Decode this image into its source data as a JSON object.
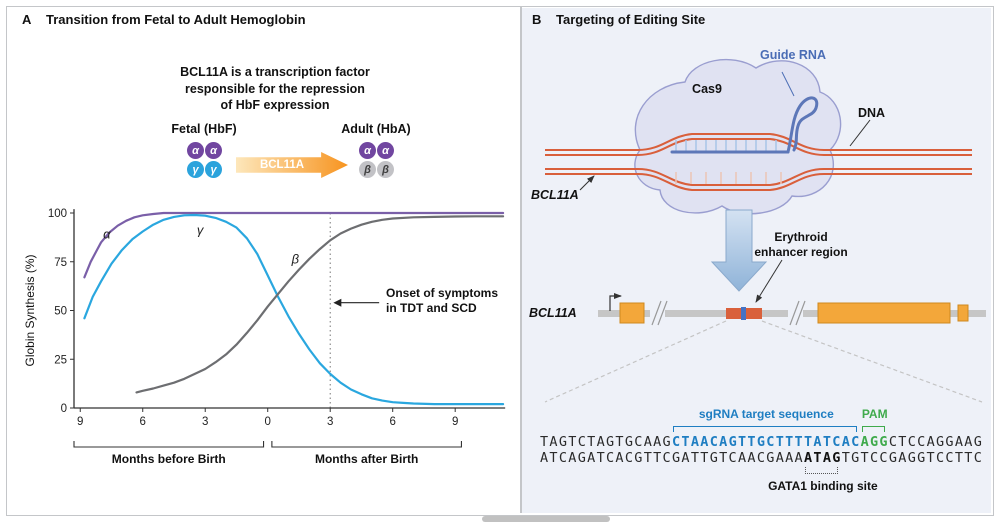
{
  "panelA": {
    "label": "A",
    "title": "Transition from Fetal to Adult Hemoglobin",
    "bcl11a_note_lines": [
      "BCL11A is a transcription factor",
      "responsible for the repression",
      "of HbF expression"
    ],
    "fetal_label": "Fetal (HbF)",
    "adult_label": "Adult (HbA)",
    "arrow_label": "BCL11A",
    "fetal_top": [
      "α",
      "α"
    ],
    "fetal_bottom": [
      "γ",
      "γ"
    ],
    "adult_top": [
      "α",
      "α"
    ],
    "adult_bottom": [
      "β",
      "β"
    ]
  },
  "chart_data": {
    "type": "line",
    "ylabel": "Globin Synthesis (%)",
    "xmin": -9.3,
    "xmax": 11.4,
    "ymin": 0,
    "ymax": 100,
    "yticks": [
      0,
      25,
      50,
      75,
      100
    ],
    "xticks": [
      {
        "x": -9,
        "label": "9"
      },
      {
        "x": -6,
        "label": "6"
      },
      {
        "x": -3,
        "label": "3"
      },
      {
        "x": 0,
        "label": "0"
      },
      {
        "x": 3,
        "label": "3"
      },
      {
        "x": 6,
        "label": "6"
      },
      {
        "x": 9,
        "label": "9"
      }
    ],
    "x_axis_groups": [
      {
        "label": "Months before Birth",
        "from": -9.3,
        "to": -0.2
      },
      {
        "label": "Months after Birth",
        "from": 0.2,
        "to": 9.3
      }
    ],
    "dashed_line_x": 3,
    "annotation_arrow": {
      "x_from": 5.35,
      "x_to": 3.15,
      "y": 54
    },
    "annotation_lines": [
      "Onset of symptoms",
      "in TDT and SCD"
    ],
    "curve_labels": [
      {
        "text": "α",
        "x": -7.9,
        "y": 87
      },
      {
        "text": "γ",
        "x": -3.4,
        "y": 89
      },
      {
        "text": "β",
        "x": 1.15,
        "y": 74
      }
    ],
    "series": [
      {
        "name": "alpha-globin",
        "color": "#7a5fa8",
        "points": [
          [
            -8.8,
            67
          ],
          [
            -8.5,
            75
          ],
          [
            -8.2,
            81
          ],
          [
            -8,
            85
          ],
          [
            -7.6,
            90
          ],
          [
            -7.2,
            93.5
          ],
          [
            -6.8,
            96
          ],
          [
            -6.4,
            97.8
          ],
          [
            -6,
            98.8
          ],
          [
            -5.5,
            99.5
          ],
          [
            -5,
            100
          ],
          [
            -4,
            100
          ],
          [
            11.3,
            100
          ]
        ]
      },
      {
        "name": "gamma-globin",
        "color": "#2aa7df",
        "points": [
          [
            -8.8,
            46
          ],
          [
            -8.4,
            57
          ],
          [
            -8,
            65
          ],
          [
            -7.5,
            74
          ],
          [
            -7,
            81
          ],
          [
            -6.5,
            86.5
          ],
          [
            -6,
            90.5
          ],
          [
            -5.5,
            94
          ],
          [
            -5,
            96.5
          ],
          [
            -4.5,
            98
          ],
          [
            -4,
            98.8
          ],
          [
            -3.5,
            99
          ],
          [
            -3,
            98.6
          ],
          [
            -2.5,
            97.5
          ],
          [
            -2,
            95.5
          ],
          [
            -1.5,
            92.5
          ],
          [
            -1,
            87
          ],
          [
            -0.5,
            79
          ],
          [
            0,
            68
          ],
          [
            0.5,
            57
          ],
          [
            1,
            47
          ],
          [
            1.5,
            38
          ],
          [
            2,
            30
          ],
          [
            2.5,
            23
          ],
          [
            3,
            17.5
          ],
          [
            3.5,
            13
          ],
          [
            4,
            9.5
          ],
          [
            4.5,
            7
          ],
          [
            5,
            5
          ],
          [
            5.5,
            3.8
          ],
          [
            6,
            3
          ],
          [
            6.5,
            2.6
          ],
          [
            7,
            2.3
          ],
          [
            8,
            2
          ],
          [
            9,
            2
          ],
          [
            10,
            2
          ],
          [
            11.3,
            2
          ]
        ]
      },
      {
        "name": "beta-globin",
        "color": "#6d6e71",
        "points": [
          [
            -6.3,
            8
          ],
          [
            -6,
            8.8
          ],
          [
            -5.5,
            10
          ],
          [
            -5,
            11.5
          ],
          [
            -4.5,
            13
          ],
          [
            -4,
            15
          ],
          [
            -3.5,
            17.5
          ],
          [
            -3,
            20
          ],
          [
            -2.5,
            23.5
          ],
          [
            -2,
            27.5
          ],
          [
            -1.5,
            32.5
          ],
          [
            -1,
            38.5
          ],
          [
            -0.5,
            45
          ],
          [
            0,
            52
          ],
          [
            0.5,
            58.5
          ],
          [
            1,
            65
          ],
          [
            1.5,
            71
          ],
          [
            2,
            76.5
          ],
          [
            2.5,
            81.5
          ],
          [
            3,
            86
          ],
          [
            3.5,
            89.5
          ],
          [
            4,
            92
          ],
          [
            4.5,
            94
          ],
          [
            5,
            95.5
          ],
          [
            5.5,
            96.5
          ],
          [
            6,
            97.2
          ],
          [
            7,
            97.8
          ],
          [
            8,
            98
          ],
          [
            9,
            98.2
          ],
          [
            10,
            98.3
          ],
          [
            11.3,
            98.3
          ]
        ]
      }
    ]
  },
  "panelB": {
    "label": "B",
    "title": "Targeting of Editing Site",
    "cas9_label": "Cas9",
    "guide_rna_label": "Guide RNA",
    "dna_label": "DNA",
    "bcl11a_label": "BCL11A",
    "bcl11a_gene_label": "BCL11A",
    "enhancer_label_lines": [
      "Erythroid",
      "enhancer region"
    ],
    "seq": {
      "sgRNA_label": "sgRNA target sequence",
      "pam_label": "PAM",
      "line1_prefix": "TAGTCTAGTGCAAG",
      "line1_target": "CTAACAGTTGCTTTTATCAC",
      "line1_pam": "AGG",
      "line1_suffix": "CTCCAGGAAG",
      "line2_prefix": "ATCAGATCACGTTCGATTGTCAACGAAA",
      "line2_gata": "ATAG",
      "line2_suffix": "TGTCCGAGGTCCTTC",
      "gata1_label": "GATA1 binding site"
    }
  },
  "colors": {
    "alpha_purple": "#7146a0",
    "gamma_blue": "#2ba3dc",
    "beta_gray": "#c2c2c6",
    "arrow_orange": "#f79420",
    "sequence_blue": "#1f7ec2",
    "pam_green": "#3faa4c",
    "dna_red": "#d95f3b",
    "cas9_fill": "#e0e2f2",
    "exon_orange": "#f3a73a"
  }
}
